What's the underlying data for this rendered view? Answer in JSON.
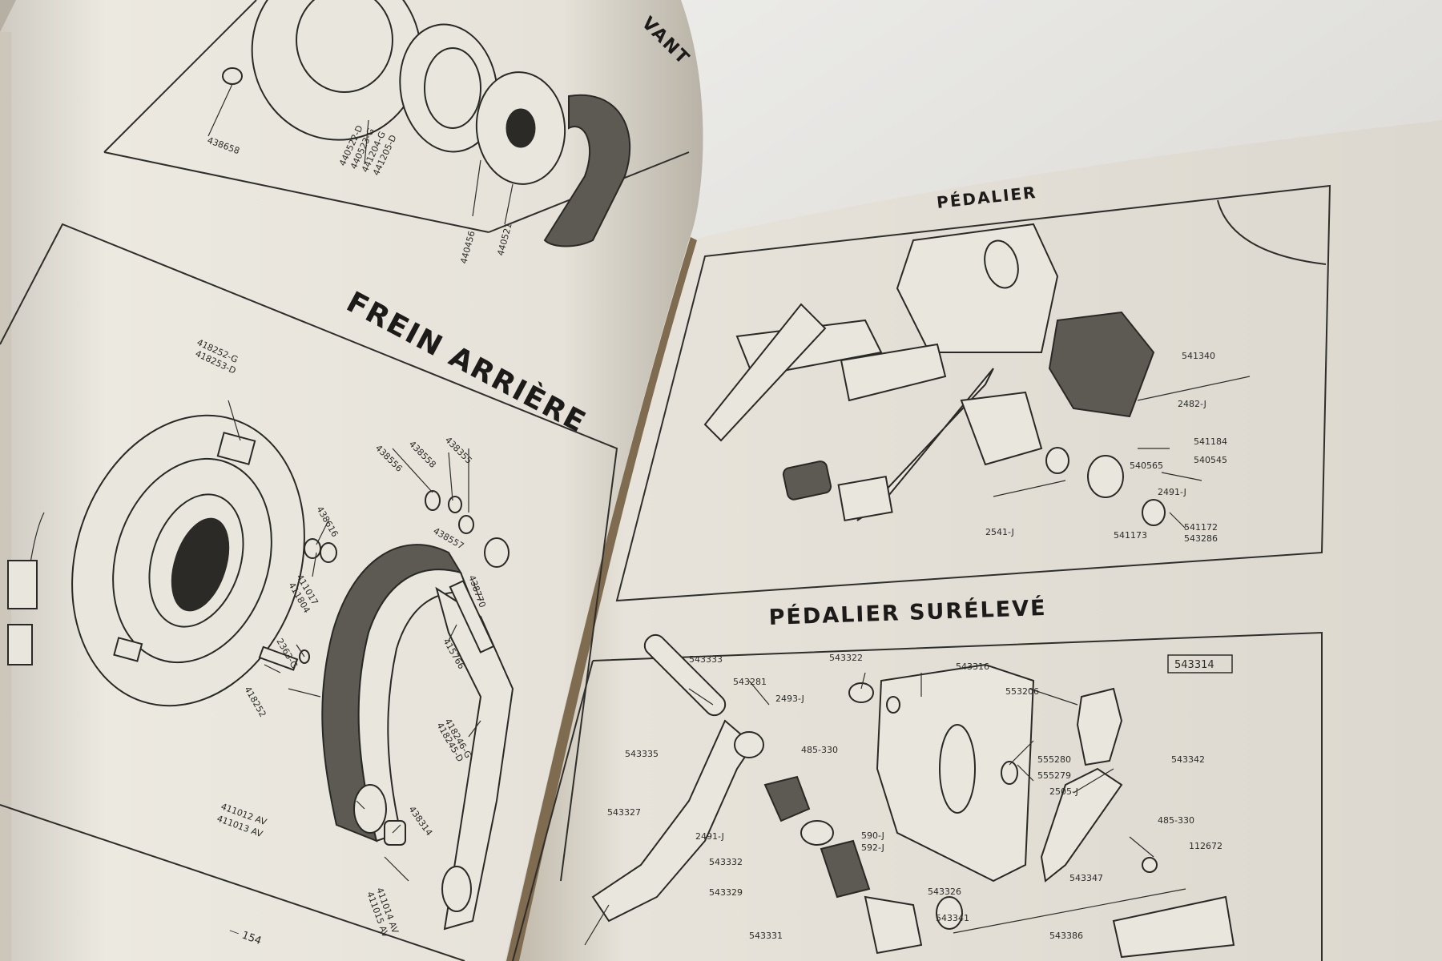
{
  "left_page": {
    "top_heading_fragment": "VANT",
    "heading": "FREIN ARRIÈRE",
    "page_number": "— 154",
    "top_labels": [
      "438658",
      "440522-D",
      "440523-G",
      "441204-G",
      "441205-D",
      "440456",
      "440521"
    ],
    "labels": [
      "418252-G",
      "418253-D",
      "438556",
      "438558",
      "438355",
      "438616",
      "438557",
      "411017",
      "411804",
      "438770",
      "2363-G",
      "418252",
      "415766",
      "418246-G",
      "418245-D",
      "438314",
      "411012 AV",
      "411013 AV",
      "411014 AV",
      "411015 AV"
    ]
  },
  "right_page": {
    "heading_top": "PÉDALIER",
    "heading_bottom": "PÉDALIER SURÉLEVÉ",
    "box_label": "543314",
    "top_labels": [
      "541184",
      "540545",
      "540565",
      "541172",
      "543286",
      "541173",
      "2491-J",
      "2541-J",
      "2482-J",
      "541340"
    ],
    "labels": [
      "543333",
      "543322",
      "543316",
      "553206",
      "543281",
      "2493-J",
      "543335",
      "485-330",
      "555280",
      "555279",
      "2505-J",
      "543342",
      "543327",
      "2491-J",
      "543332",
      "590-J",
      "592-J",
      "485-330",
      "112672",
      "543329",
      "543347",
      "543326",
      "543341",
      "543331",
      "543386"
    ]
  }
}
